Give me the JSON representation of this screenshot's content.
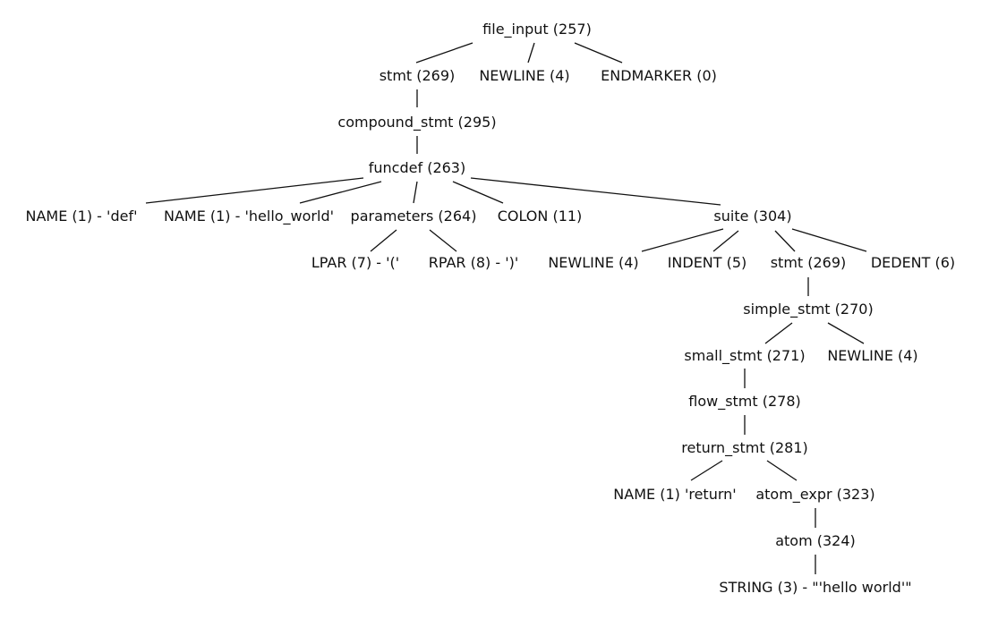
{
  "colors": {
    "text": "#111111",
    "edge": "#111111",
    "background": "#ffffff"
  },
  "tree": {
    "nodes": [
      {
        "id": "n0",
        "label": "file_input (257)"
      },
      {
        "id": "n1",
        "label": "stmt (269)"
      },
      {
        "id": "n2",
        "label": "NEWLINE (4)"
      },
      {
        "id": "n3",
        "label": "ENDMARKER (0)"
      },
      {
        "id": "n4",
        "label": "compound_stmt (295)"
      },
      {
        "id": "n5",
        "label": "funcdef (263)"
      },
      {
        "id": "n6",
        "label": "NAME (1) - 'def'"
      },
      {
        "id": "n7",
        "label": "NAME (1) - 'hello_world'"
      },
      {
        "id": "n8",
        "label": "parameters (264)"
      },
      {
        "id": "n9",
        "label": "COLON (11)"
      },
      {
        "id": "n10",
        "label": "suite (304)"
      },
      {
        "id": "n11",
        "label": "LPAR (7) - '('"
      },
      {
        "id": "n12",
        "label": "RPAR (8) - ')'"
      },
      {
        "id": "n13",
        "label": "NEWLINE (4)"
      },
      {
        "id": "n14",
        "label": "INDENT (5)"
      },
      {
        "id": "n15",
        "label": "stmt (269)"
      },
      {
        "id": "n16",
        "label": "DEDENT (6)"
      },
      {
        "id": "n17",
        "label": "simple_stmt (270)"
      },
      {
        "id": "n18",
        "label": "small_stmt (271)"
      },
      {
        "id": "n19",
        "label": "NEWLINE (4)"
      },
      {
        "id": "n20",
        "label": "flow_stmt (278)"
      },
      {
        "id": "n21",
        "label": "return_stmt (281)"
      },
      {
        "id": "n22",
        "label": "NAME (1) 'return'"
      },
      {
        "id": "n23",
        "label": "atom_expr (323)"
      },
      {
        "id": "n24",
        "label": "atom (324)"
      },
      {
        "id": "n25",
        "label": "STRING (3) - \"'hello world'\""
      }
    ],
    "edges": [
      [
        "n0",
        "n1"
      ],
      [
        "n0",
        "n2"
      ],
      [
        "n0",
        "n3"
      ],
      [
        "n1",
        "n4"
      ],
      [
        "n4",
        "n5"
      ],
      [
        "n5",
        "n6"
      ],
      [
        "n5",
        "n7"
      ],
      [
        "n5",
        "n8"
      ],
      [
        "n5",
        "n9"
      ],
      [
        "n5",
        "n10"
      ],
      [
        "n8",
        "n11"
      ],
      [
        "n8",
        "n12"
      ],
      [
        "n10",
        "n13"
      ],
      [
        "n10",
        "n14"
      ],
      [
        "n10",
        "n15"
      ],
      [
        "n10",
        "n16"
      ],
      [
        "n15",
        "n17"
      ],
      [
        "n17",
        "n18"
      ],
      [
        "n17",
        "n19"
      ],
      [
        "n18",
        "n20"
      ],
      [
        "n20",
        "n21"
      ],
      [
        "n21",
        "n22"
      ],
      [
        "n21",
        "n23"
      ],
      [
        "n23",
        "n24"
      ],
      [
        "n24",
        "n25"
      ]
    ]
  }
}
